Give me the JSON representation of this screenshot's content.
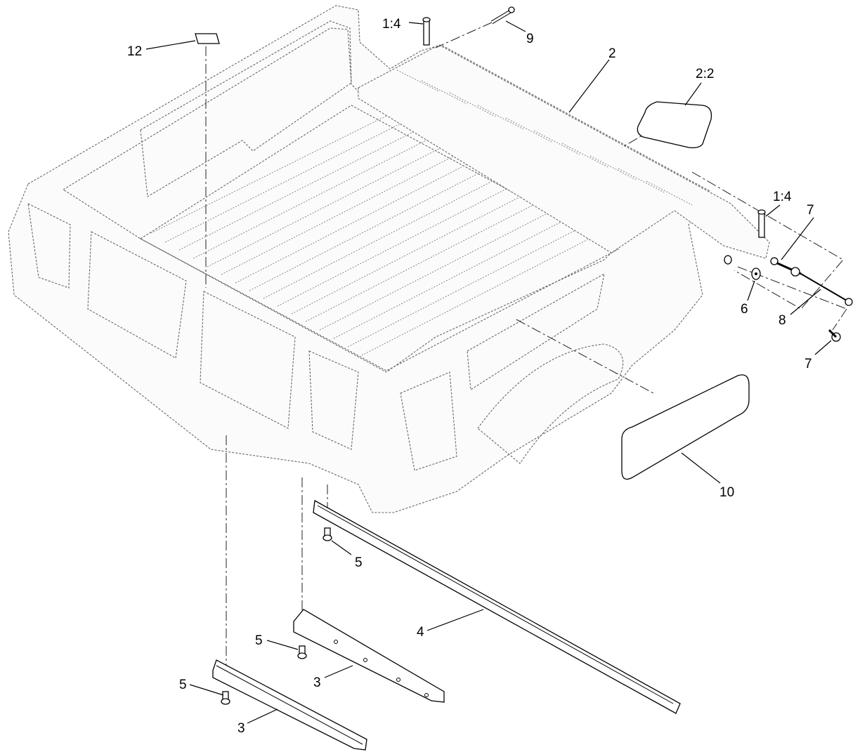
{
  "callouts": [
    {
      "id": "12",
      "text": "12"
    },
    {
      "id": "1-4-top",
      "text": "1:4"
    },
    {
      "id": "9",
      "text": "9"
    },
    {
      "id": "2",
      "text": "2"
    },
    {
      "id": "2-2",
      "text": "2:2"
    },
    {
      "id": "1-4-right",
      "text": "1:4"
    },
    {
      "id": "7-top",
      "text": "7"
    },
    {
      "id": "6",
      "text": "6"
    },
    {
      "id": "8",
      "text": "8"
    },
    {
      "id": "7-bottom",
      "text": "7"
    },
    {
      "id": "10",
      "text": "10"
    },
    {
      "id": "5-a",
      "text": "5"
    },
    {
      "id": "4",
      "text": "4"
    },
    {
      "id": "5-b",
      "text": "5"
    },
    {
      "id": "3-a",
      "text": "3"
    },
    {
      "id": "5-c",
      "text": "5"
    },
    {
      "id": "3-b",
      "text": "3"
    }
  ]
}
